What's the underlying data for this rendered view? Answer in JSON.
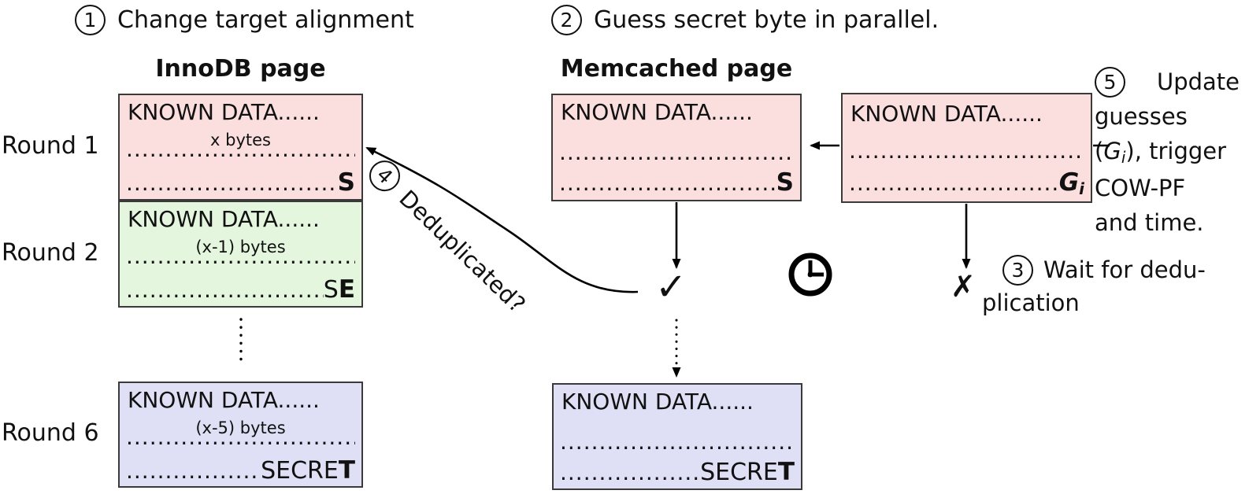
{
  "steps": {
    "s1": {
      "num": "1",
      "label": "Change target alignment"
    },
    "s2": {
      "num": "2",
      "label": "Guess secret byte in parallel."
    },
    "s3": {
      "num": "3",
      "line1": "Wait for dedu-",
      "line2": "plication"
    },
    "s4": {
      "num": "4",
      "label": "Deduplicated?"
    },
    "s5": {
      "num": "5",
      "word1": "Update",
      "line2": "guesses",
      "line3_pre": "(",
      "line3_g": "G",
      "line3_sub": "i",
      "line3_post": "), trigger",
      "line4": "COW-PF",
      "line5": "and time."
    }
  },
  "innodb": {
    "title": "InnoDB page",
    "rounds": [
      {
        "label": "Round 1",
        "line1": "KNOWN DATA......",
        "bytes": "x bytes",
        "suffix_pre": "",
        "suffix_bold": "S"
      },
      {
        "label": "Round 2",
        "line1": "KNOWN DATA......",
        "bytes": "(x-1) bytes",
        "suffix_pre": "S",
        "suffix_bold": "E"
      },
      {
        "label": "Round 6",
        "line1": "KNOWN DATA......",
        "bytes": "(x-5) bytes",
        "suffix_pre": "SECRE",
        "suffix_bold": "T"
      }
    ]
  },
  "memcached": {
    "title": "Memcached page",
    "top": {
      "line1": "KNOWN DATA......",
      "suffix_pre": "",
      "suffix_bold": "S"
    },
    "bottom": {
      "line1": "KNOWN DATA......",
      "suffix_pre": "SECRE",
      "suffix_bold": "T"
    }
  },
  "guess_box": {
    "line1": "KNOWN DATA......",
    "g": "G",
    "sub": "i"
  },
  "icons": {
    "check": "✓",
    "cross": "✗",
    "clock": "clock-icon"
  },
  "dots": {
    "row": "............................................"
  },
  "colors": {
    "pink": "#fbdede",
    "green": "#e4f7de",
    "lavender": "#dfdff5",
    "border": "#3a3a3a"
  }
}
